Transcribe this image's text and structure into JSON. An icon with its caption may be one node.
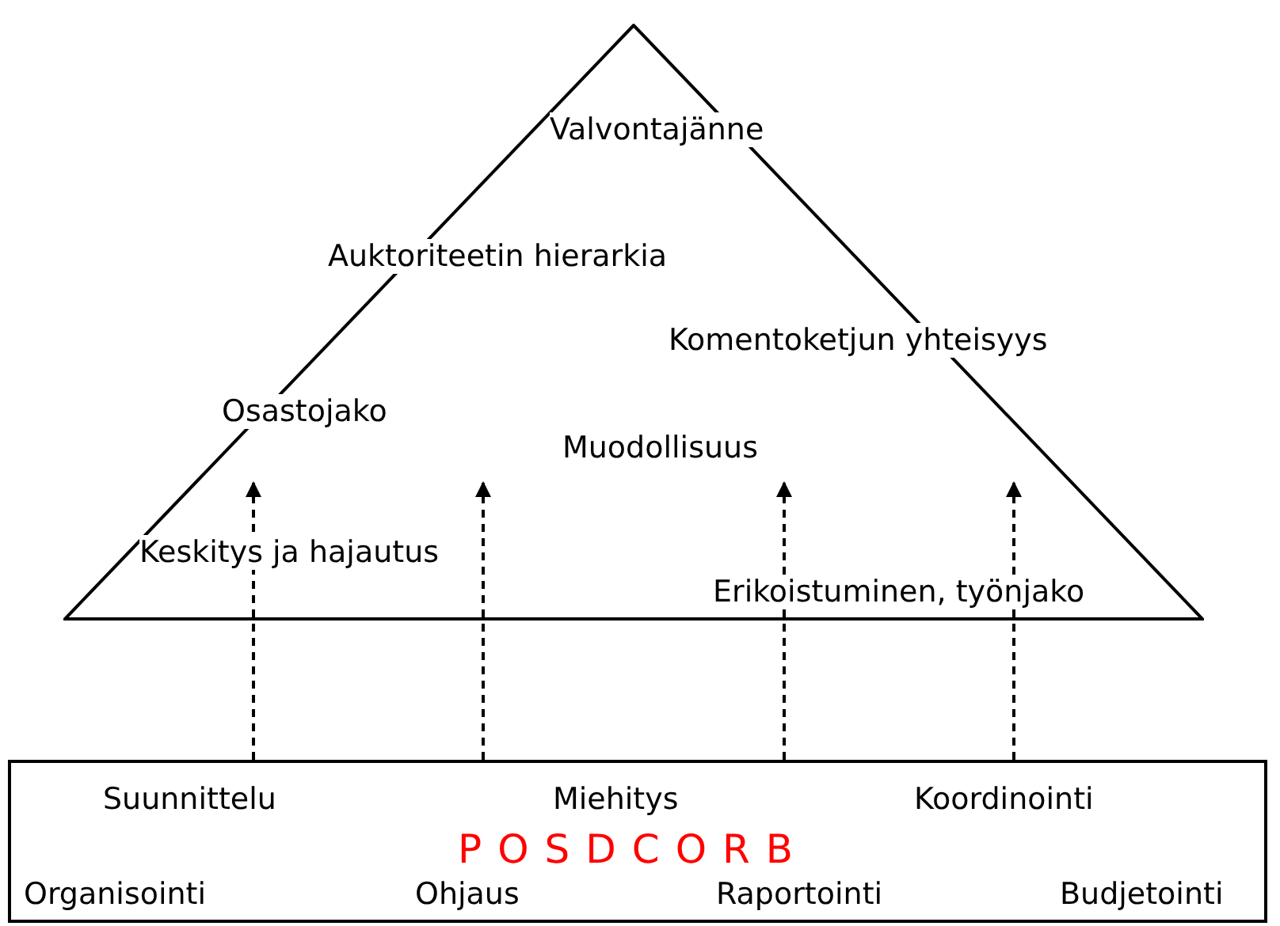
{
  "diagram": {
    "nodes": [
      {
        "text": [
          "Valvontajänne",
          "Auktoriteetin hierarkia",
          "Komentoketjun yhteisyys",
          "Osastojako",
          "Muodollisuus",
          "Keskitys ja hajautus",
          "Erikoistuminen, työnjako"
        ]
      },
      {
        "text": [
          "Suunnittelu",
          "Miehitys",
          "Koordinointi",
          "POSDCORB",
          "Organisointi",
          "Ohjaus",
          "Raportointi",
          "Budjetointi"
        ]
      }
    ],
    "edges": [
      {
        "from": 1,
        "to": 0,
        "arrow": "to",
        "style": "dashed"
      },
      {
        "from": 1,
        "to": 0,
        "arrow": "to",
        "style": "dashed"
      },
      {
        "from": 1,
        "to": 0,
        "arrow": "to",
        "style": "dashed"
      },
      {
        "from": 1,
        "to": 0,
        "arrow": "to",
        "style": "dashed"
      }
    ]
  }
}
